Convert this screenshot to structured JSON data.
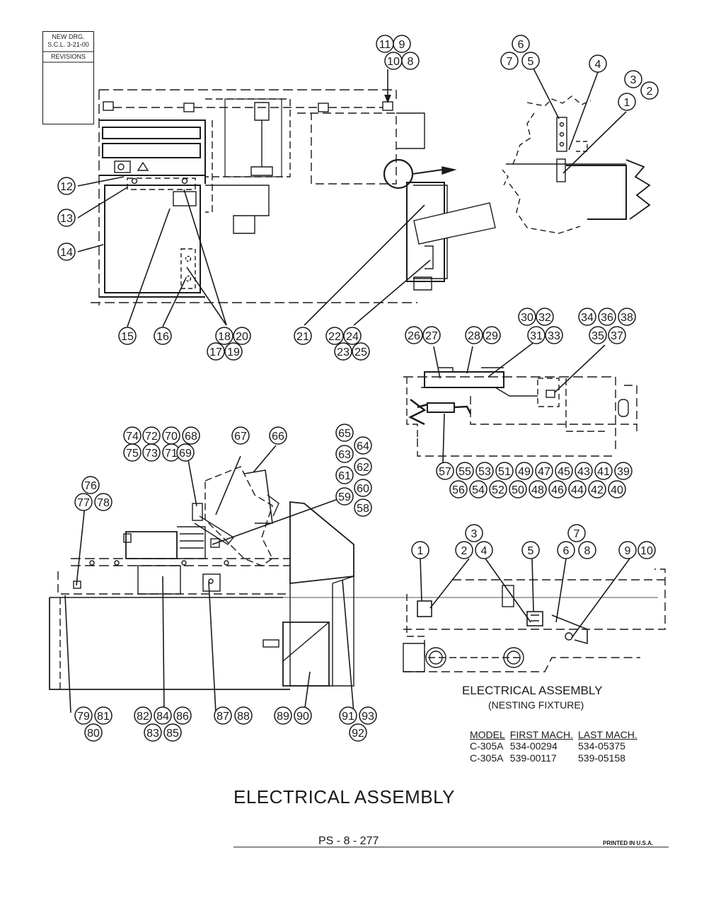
{
  "revision_box": {
    "lines": [
      "NEW DRG.",
      "S.C.L. 3-21-00",
      "REVISIONS"
    ]
  },
  "callouts": {
    "top_main": [
      {
        "n": "11"
      },
      {
        "n": "9"
      },
      {
        "n": "10"
      },
      {
        "n": "8"
      },
      {
        "n": "12"
      },
      {
        "n": "13"
      },
      {
        "n": "14"
      },
      {
        "n": "15"
      },
      {
        "n": "16"
      },
      {
        "n": "18"
      },
      {
        "n": "20"
      },
      {
        "n": "17"
      },
      {
        "n": "19"
      },
      {
        "n": "21"
      },
      {
        "n": "22"
      },
      {
        "n": "24"
      },
      {
        "n": "23"
      },
      {
        "n": "25"
      }
    ],
    "top_detail": [
      {
        "n": "6"
      },
      {
        "n": "7"
      },
      {
        "n": "5"
      },
      {
        "n": "4"
      },
      {
        "n": "3"
      },
      {
        "n": "2"
      },
      {
        "n": "1"
      }
    ],
    "middle_right": [
      {
        "n": "30"
      },
      {
        "n": "32"
      },
      {
        "n": "31"
      },
      {
        "n": "33"
      },
      {
        "n": "34"
      },
      {
        "n": "36"
      },
      {
        "n": "38"
      },
      {
        "n": "35"
      },
      {
        "n": "37"
      },
      {
        "n": "26"
      },
      {
        "n": "27"
      },
      {
        "n": "28"
      },
      {
        "n": "29"
      },
      {
        "n": "57"
      },
      {
        "n": "55"
      },
      {
        "n": "53"
      },
      {
        "n": "51"
      },
      {
        "n": "49"
      },
      {
        "n": "47"
      },
      {
        "n": "45"
      },
      {
        "n": "43"
      },
      {
        "n": "41"
      },
      {
        "n": "39"
      },
      {
        "n": "56"
      },
      {
        "n": "54"
      },
      {
        "n": "52"
      },
      {
        "n": "50"
      },
      {
        "n": "48"
      },
      {
        "n": "46"
      },
      {
        "n": "44"
      },
      {
        "n": "42"
      },
      {
        "n": "40"
      }
    ],
    "bottom_left": [
      {
        "n": "74"
      },
      {
        "n": "72"
      },
      {
        "n": "70"
      },
      {
        "n": "68"
      },
      {
        "n": "75"
      },
      {
        "n": "73"
      },
      {
        "n": "71"
      },
      {
        "n": "69"
      },
      {
        "n": "67"
      },
      {
        "n": "66"
      },
      {
        "n": "65"
      },
      {
        "n": "64"
      },
      {
        "n": "63"
      },
      {
        "n": "62"
      },
      {
        "n": "61"
      },
      {
        "n": "60"
      },
      {
        "n": "59"
      },
      {
        "n": "58"
      },
      {
        "n": "76"
      },
      {
        "n": "77"
      },
      {
        "n": "78"
      },
      {
        "n": "79"
      },
      {
        "n": "81"
      },
      {
        "n": "80"
      },
      {
        "n": "82"
      },
      {
        "n": "84"
      },
      {
        "n": "86"
      },
      {
        "n": "83"
      },
      {
        "n": "85"
      },
      {
        "n": "87"
      },
      {
        "n": "88"
      },
      {
        "n": "89"
      },
      {
        "n": "90"
      },
      {
        "n": "91"
      },
      {
        "n": "93"
      },
      {
        "n": "92"
      }
    ],
    "nesting_fixture": [
      {
        "n": "3"
      },
      {
        "n": "7"
      },
      {
        "n": "1"
      },
      {
        "n": "2"
      },
      {
        "n": "4"
      },
      {
        "n": "5"
      },
      {
        "n": "6"
      },
      {
        "n": "8"
      },
      {
        "n": "9"
      },
      {
        "n": "10"
      }
    ]
  },
  "nesting_fixture_caption": {
    "title": "ELECTRICAL ASSEMBLY",
    "subtitle": "(NESTING FIXTURE)"
  },
  "model_table": {
    "headers": [
      "MODEL",
      "FIRST MACH.",
      "LAST MACH."
    ],
    "rows": [
      [
        "C-305A",
        "534-00294",
        "534-05375"
      ],
      [
        "C-305A",
        "539-00117",
        "539-05158"
      ]
    ]
  },
  "title": "ELECTRICAL ASSEMBLY",
  "page_number": "PS - 8 - 277",
  "printed_in": "PRINTED IN U.S.A.",
  "colors": {
    "ink": "#1a1a1a",
    "paper": "#ffffff"
  }
}
